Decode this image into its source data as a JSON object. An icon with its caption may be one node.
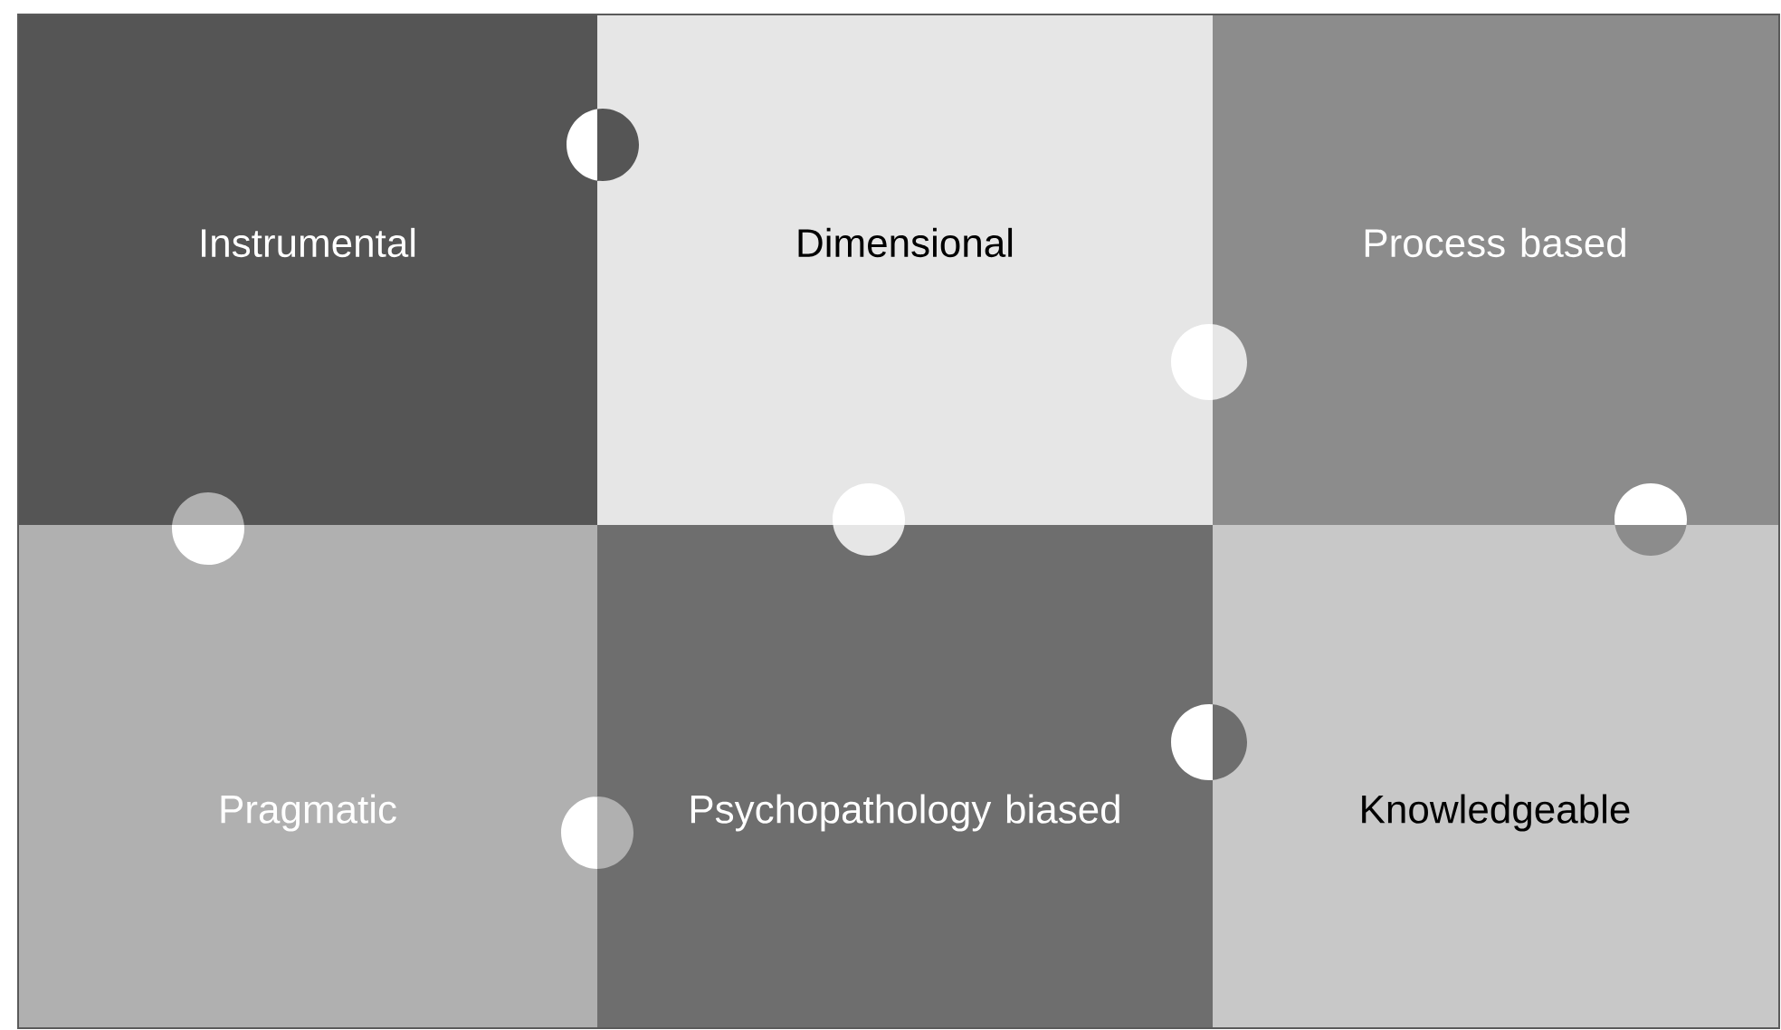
{
  "diagram": {
    "nodes": [
      {
        "text": [
          "Instrumental"
        ]
      },
      {
        "text": [
          "Dimensional"
        ]
      },
      {
        "text": [
          "Process based"
        ]
      },
      {
        "text": [
          "Pragmatic"
        ]
      },
      {
        "text": [
          "Psychopathology biased"
        ]
      },
      {
        "text": [
          "Knowledgeable"
        ]
      }
    ]
  }
}
